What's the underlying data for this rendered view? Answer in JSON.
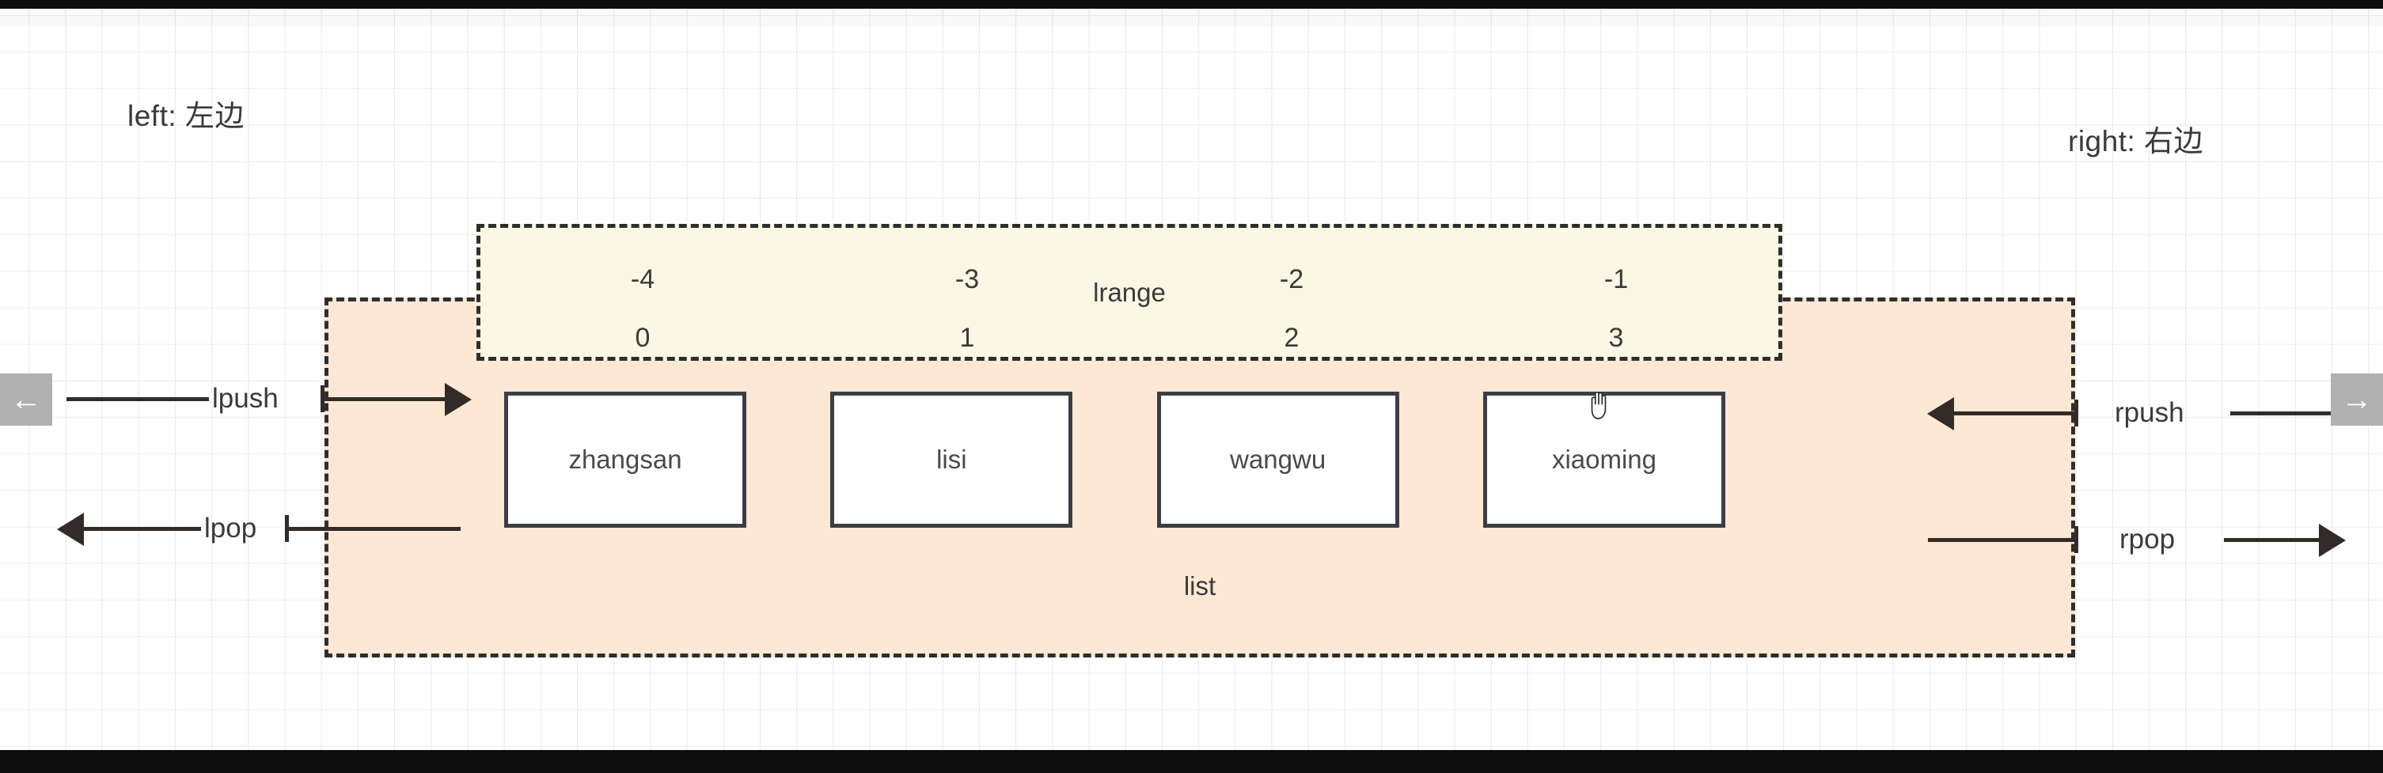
{
  "canvas": {
    "background_color": "#ffffff",
    "grid_color": "#e9e9e9"
  },
  "labels": {
    "left": "left: 左边",
    "right": "right: 右边"
  },
  "list_container": {
    "caption": "list",
    "fill_color": "#fce8d5",
    "border_style": "dashed"
  },
  "lrange_container": {
    "caption": "lrange",
    "fill_color": "#faf7e4",
    "border_style": "dashed",
    "negative_indexes": [
      "-4",
      "-3",
      "-2",
      "-1"
    ],
    "positive_indexes": [
      "0",
      "1",
      "2",
      "3"
    ]
  },
  "elements": [
    {
      "label": "zhangsan",
      "index": "0",
      "negative_index": "-4"
    },
    {
      "label": "lisi",
      "index": "1",
      "negative_index": "-3"
    },
    {
      "label": "wangwu",
      "index": "2",
      "negative_index": "-2"
    },
    {
      "label": "xiaoming",
      "index": "3",
      "negative_index": "-1"
    }
  ],
  "operations": {
    "lpush": "lpush",
    "lpop": "lpop",
    "rpush": "rpush",
    "rpop": "rpop"
  },
  "nav": {
    "prev_icon": "←",
    "next_icon": "→"
  },
  "cursor": {
    "type": "grab-hand"
  }
}
